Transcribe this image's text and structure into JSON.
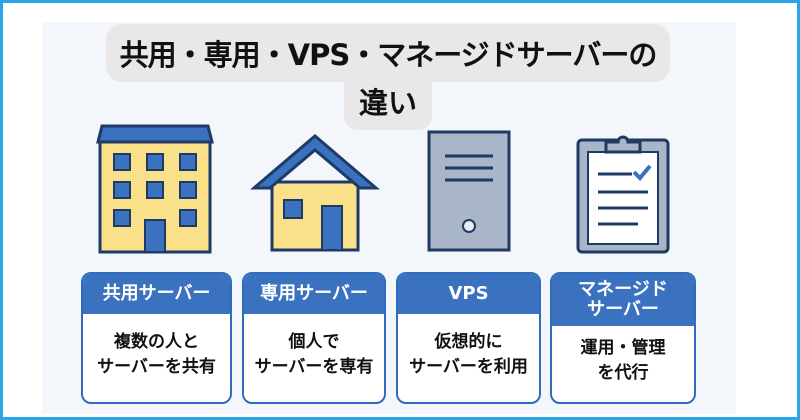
{
  "title": {
    "line1": "共用・専用・VPS・マネージドサーバーの",
    "line2": "違い"
  },
  "colors": {
    "frame": "#2aa6e6",
    "header": "#3a72c0",
    "icon_blue": "#3a72c0",
    "icon_yellow": "#fbe08a",
    "icon_gray": "#a9b6c8",
    "outline": "#1f3a64"
  },
  "cards": [
    {
      "icon": "apartment-building-icon",
      "header": "共用サーバー",
      "body1": "複数の人と",
      "body2": "サーバーを共有"
    },
    {
      "icon": "house-icon",
      "header": "専用サーバー",
      "body1": "個人で",
      "body2": "サーバーを専有"
    },
    {
      "icon": "server-tower-icon",
      "header": "VPS",
      "body1": "仮想的に",
      "body2": "サーバーを利用"
    },
    {
      "icon": "clipboard-checklist-icon",
      "header1": "マネージド",
      "header2": "サーバー",
      "body1": "運用・管理",
      "body2": "を代行"
    }
  ]
}
